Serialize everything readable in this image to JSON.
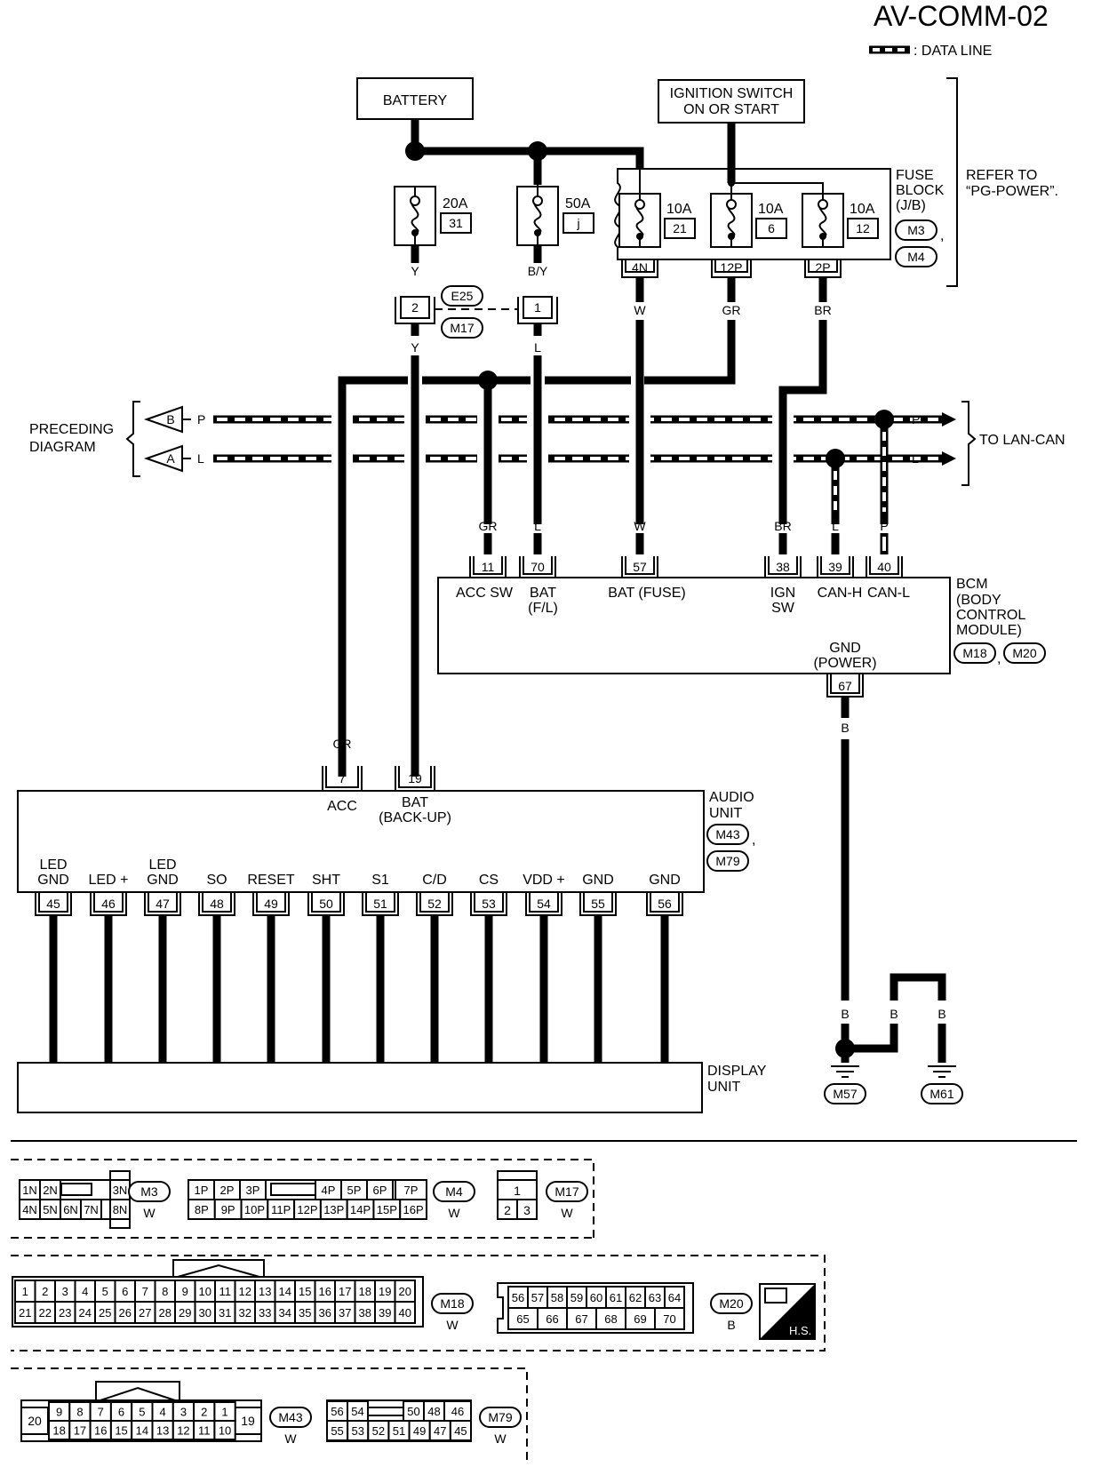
{
  "title": "AV-COMM-02",
  "legend": ": DATA LINE",
  "battery": "BATTERY",
  "ignition": [
    "IGNITION SWITCH",
    "ON OR START"
  ],
  "fuse_block": [
    "FUSE",
    "BLOCK",
    "(J/B)"
  ],
  "refer": [
    "REFER TO",
    "“PG-POWER”."
  ],
  "fuses": [
    {
      "amp": "20A",
      "num": "31"
    },
    {
      "amp": "50A",
      "num": "j"
    },
    {
      "amp": "10A",
      "num": "21"
    },
    {
      "amp": "10A",
      "num": "6"
    },
    {
      "amp": "10A",
      "num": "12"
    }
  ],
  "jb_pins": [
    "4N",
    "12P",
    "2P"
  ],
  "wire_colors": {
    "y": "Y",
    "by": "B/Y",
    "w": "W",
    "gr": "GR",
    "br": "BR",
    "l": "L",
    "p": "P",
    "b": "B"
  },
  "connectors": {
    "m3": "M3",
    "m4": "M4",
    "e25": "E25",
    "m17": "M17",
    "m18": "M18",
    "m20": "M20",
    "m43": "M43",
    "m79": "M79",
    "m57": "M57",
    "m61": "M61"
  },
  "joint_pins": [
    "2",
    "1"
  ],
  "preceding": [
    "PRECEDING",
    "DIAGRAM"
  ],
  "to_lan": "TO LAN-CAN",
  "arrows": [
    "B",
    "A"
  ],
  "bcm": {
    "title": [
      "BCM",
      "(BODY",
      "CONTROL",
      "MODULE)"
    ],
    "pins": [
      "11",
      "70",
      "57",
      "38",
      "39",
      "40"
    ],
    "labels": [
      "ACC SW",
      "BAT",
      "(F/L)",
      "BAT (FUSE)",
      "IGN",
      "SW",
      "CAN-H",
      "CAN-L"
    ],
    "gnd": [
      "GND",
      "(POWER)"
    ],
    "gnd_pin": "67"
  },
  "audio": {
    "title": [
      "AUDIO",
      "UNIT"
    ],
    "top_pins": [
      "7",
      "19"
    ],
    "top_labels": [
      "ACC",
      "BAT",
      "(BACK-UP)"
    ],
    "bottom_labels": [
      [
        "LED",
        "GND"
      ],
      [
        "",
        "LED +"
      ],
      [
        "LED",
        "GND"
      ],
      [
        "",
        "SO"
      ],
      [
        "",
        "RESET"
      ],
      [
        "",
        "SHT"
      ],
      [
        "",
        "S1"
      ],
      [
        "",
        "C/D"
      ],
      [
        "",
        "CS"
      ],
      [
        "",
        "VDD +"
      ],
      [
        "",
        "GND"
      ],
      [
        "",
        "GND"
      ]
    ],
    "bottom_pins": [
      "45",
      "46",
      "47",
      "48",
      "49",
      "50",
      "51",
      "52",
      "53",
      "54",
      "55",
      "56"
    ]
  },
  "display": [
    "DISPLAY",
    "UNIT"
  ],
  "conn_colors": {
    "w": "W",
    "b": "B"
  },
  "m3_pins": {
    "top": [
      "1N",
      "2N",
      "3N"
    ],
    "bottom": [
      "4N",
      "5N",
      "6N",
      "7N",
      "8N"
    ]
  },
  "m4_pins": {
    "top": [
      "1P",
      "2P",
      "3P",
      "4P",
      "5P",
      "6P",
      "7P"
    ],
    "bottom": [
      "8P",
      "9P",
      "10P",
      "11P",
      "12P",
      "13P",
      "14P",
      "15P",
      "16P"
    ]
  },
  "m17_pins": {
    "top": [
      "1"
    ],
    "bottom": [
      "2",
      "3"
    ]
  },
  "m18_pins": {
    "top": [
      "1",
      "2",
      "3",
      "4",
      "5",
      "6",
      "7",
      "8",
      "9",
      "10",
      "11",
      "12",
      "13",
      "14",
      "15",
      "16",
      "17",
      "18",
      "19",
      "20"
    ],
    "bottom": [
      "21",
      "22",
      "23",
      "24",
      "25",
      "26",
      "27",
      "28",
      "29",
      "30",
      "31",
      "32",
      "33",
      "34",
      "35",
      "36",
      "37",
      "38",
      "39",
      "40"
    ]
  },
  "m20_pins": {
    "top": [
      "56",
      "57",
      "58",
      "59",
      "60",
      "61",
      "62",
      "63",
      "64"
    ],
    "bottom": [
      "65",
      "66",
      "67",
      "68",
      "69",
      "70"
    ]
  },
  "m43_pins": {
    "top": [
      "9",
      "8",
      "7",
      "6",
      "5",
      "4",
      "3",
      "2",
      "1"
    ],
    "bottom": [
      "18",
      "17",
      "16",
      "15",
      "14",
      "13",
      "12",
      "11",
      "10"
    ],
    "left": "20",
    "right": "19"
  },
  "m79_pins": {
    "top": [
      "56",
      "54",
      "50",
      "48",
      "46"
    ],
    "bottom": [
      "55",
      "53",
      "52",
      "51",
      "49",
      "47",
      "45"
    ]
  },
  "hs": "H.S."
}
